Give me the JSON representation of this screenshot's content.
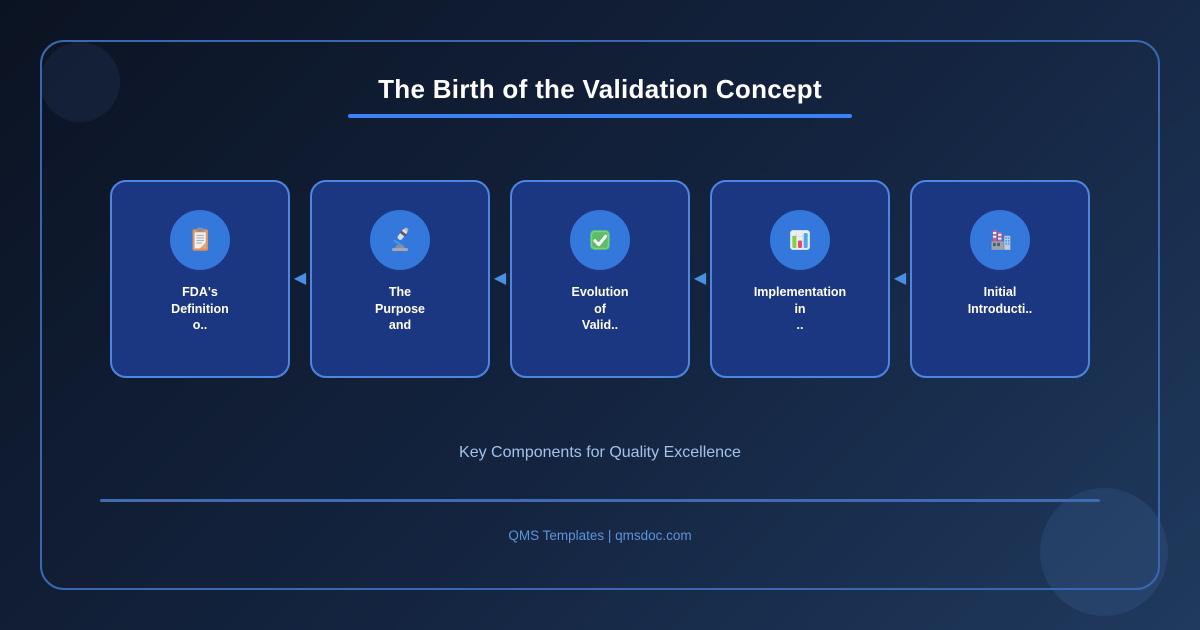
{
  "title": {
    "text": "The Birth of the Validation Concept"
  },
  "timeline": {
    "arrow_glyph": "◀",
    "cards": [
      {
        "icon": "clipboard-icon",
        "label": "FDA's\nDefinition\no.."
      },
      {
        "icon": "microscope-icon",
        "label": "The\nPurpose\nand"
      },
      {
        "icon": "check-mark-icon",
        "label": "Evolution\nof\nValid.."
      },
      {
        "icon": "bar-chart-icon",
        "label": "Implementation\nin\n.."
      },
      {
        "icon": "factory-icon",
        "label": "Initial\nIntroducti.."
      }
    ]
  },
  "subtitle": {
    "text": "Key Components for Quality Excellence"
  },
  "footer": {
    "text": "QMS Templates | qmsdoc.com"
  },
  "colors": {
    "accent_underline": "#3b82f6",
    "frame_border": "#3a68b0",
    "card_background": "#1c3781",
    "card_border": "#4d86e0",
    "icon_circle": "#3478dc",
    "arrow": "#4a90e2",
    "divider": "#3f6bb3",
    "subtitle_text": "#a3c2ea",
    "footer_text": "#5e92d9",
    "title_text": "#ffffff",
    "card_label_text": "#ffffff"
  }
}
